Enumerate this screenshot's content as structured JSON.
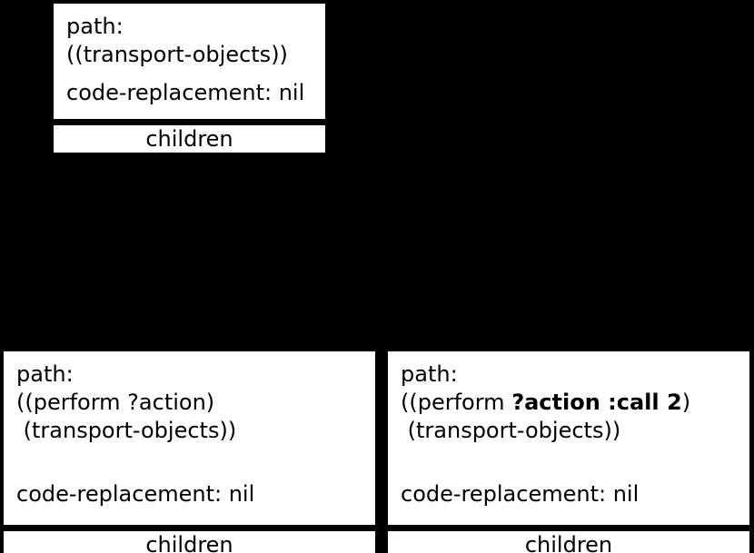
{
  "canvas": {
    "background_color": "#000000",
    "node_background_color": "#ffffff",
    "node_border_color": "#000000",
    "text_color": "#000000"
  },
  "nodes": {
    "top": {
      "path_label": "path:",
      "path_line_1": "((transport-objects))",
      "code_replacement": "code-replacement: nil",
      "children_label": "children"
    },
    "bottom_left": {
      "path_label": "path:",
      "path_line_1": "((perform ?action)",
      "path_line_2": " (transport-objects))",
      "code_replacement": "code-replacement: nil",
      "children_label": "children"
    },
    "bottom_right": {
      "path_label": "path:",
      "path_line_1_pre": "((perform ",
      "path_line_1_bold": "?action :call 2",
      "path_line_1_post": ")",
      "path_line_2": " (transport-objects))",
      "code_replacement": "code-replacement: nil",
      "children_label": "children"
    }
  }
}
